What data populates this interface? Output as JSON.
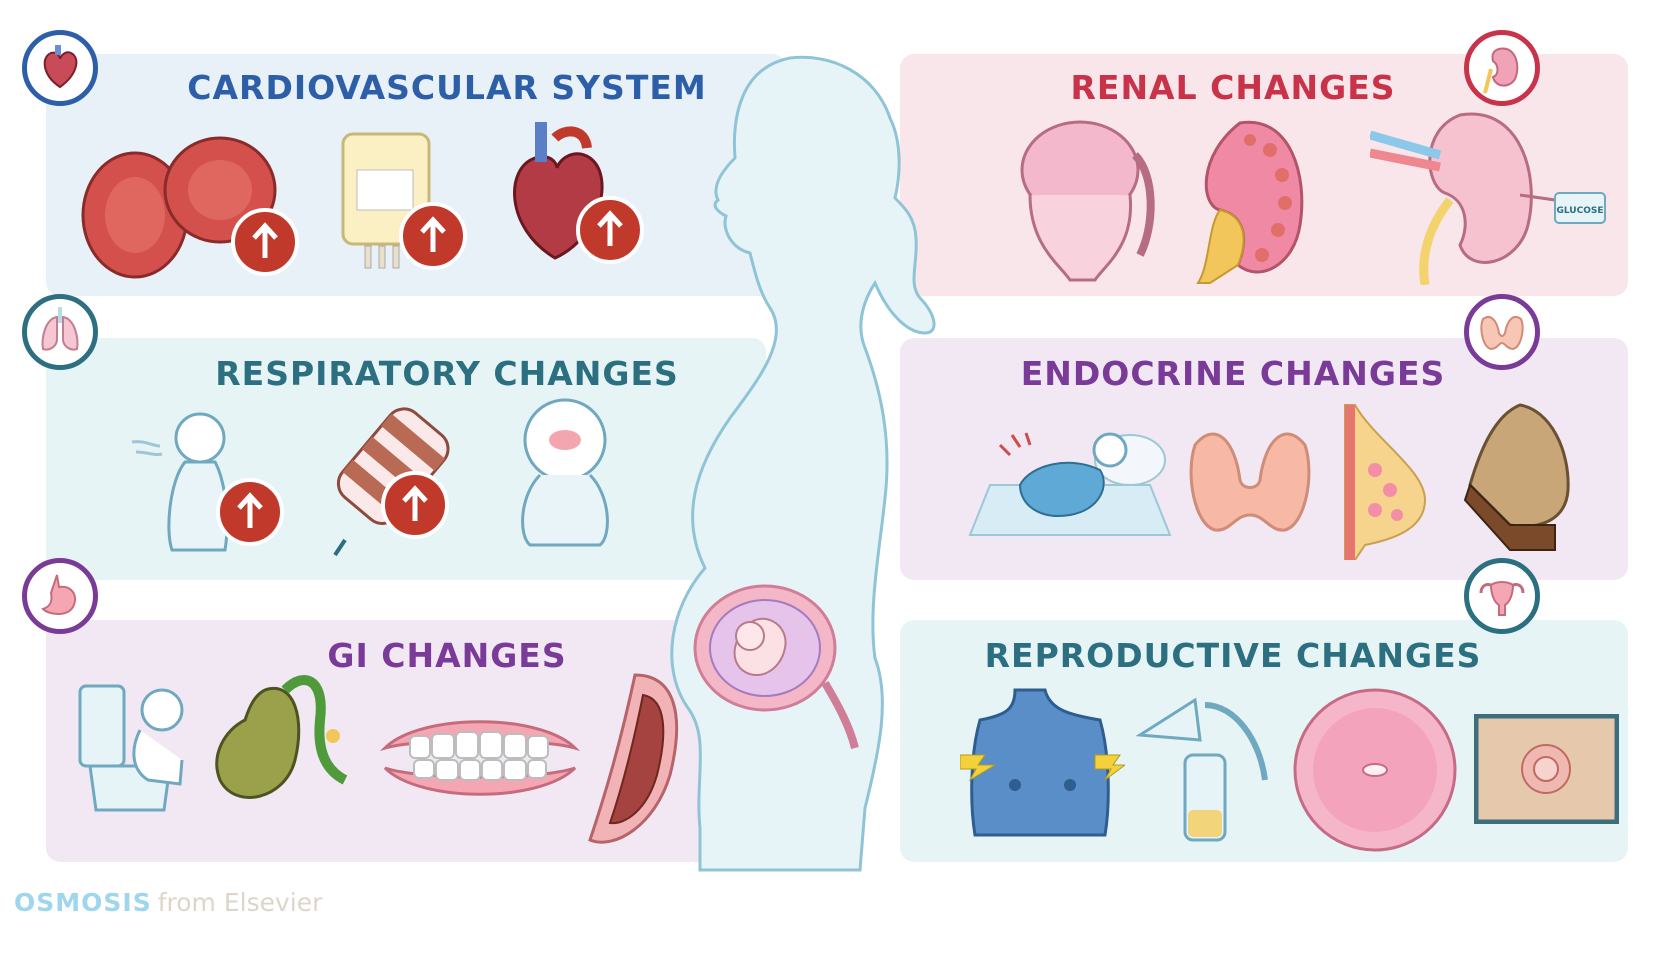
{
  "sections": {
    "cardiovascular": {
      "title": "CARDIOVASCULAR SYSTEM",
      "icon": "heart-icon",
      "color": "#2d5fa8",
      "bg": "#e8f0f8"
    },
    "respiratory": {
      "title": "RESPIRATORY CHANGES",
      "icon": "lungs-icon",
      "color": "#2b6f80",
      "bg": "#e6f4f6"
    },
    "gi": {
      "title": "GI CHANGES",
      "icon": "stomach-icon",
      "color": "#7a3a98",
      "bg": "#f1e8f4"
    },
    "renal": {
      "title": "RENAL CHANGES",
      "icon": "kidney-icon",
      "color": "#c8334a",
      "bg": "#f9e6ea"
    },
    "endocrine": {
      "title": "ENDOCRINE CHANGES",
      "icon": "thyroid-icon",
      "color": "#7a3a98",
      "bg": "#f1e8f4"
    },
    "reproductive": {
      "title": "REPRODUCTIVE CHANGES",
      "icon": "uterus-icon",
      "color": "#2b6f80",
      "bg": "#e6f4f6"
    }
  },
  "glucose_label": "GLUCOSE",
  "logo": {
    "brand": "OSMOSIS",
    "suffix": "from Elsevier"
  }
}
